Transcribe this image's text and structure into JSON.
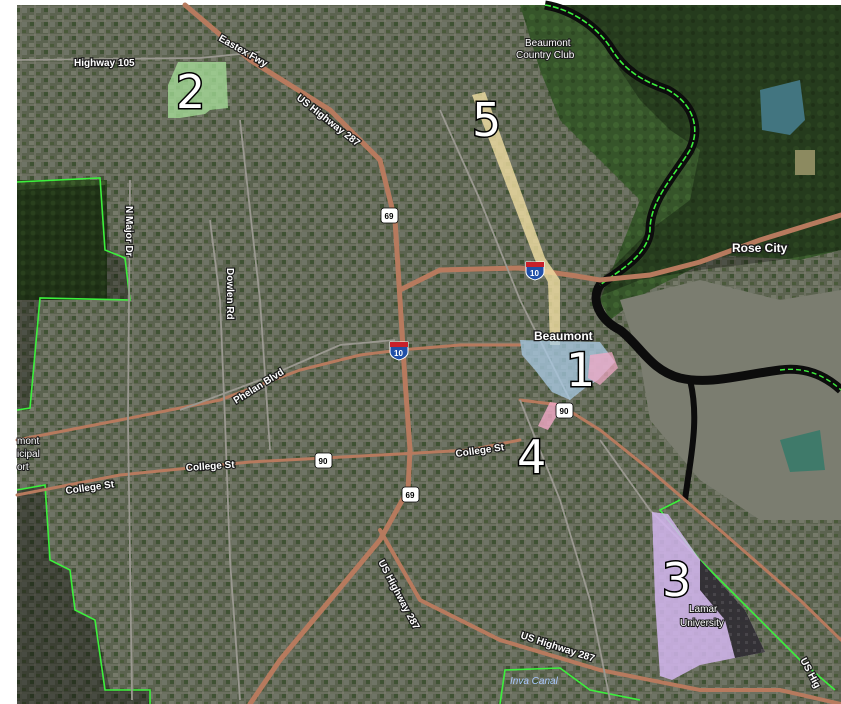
{
  "map": {
    "zones": [
      {
        "id": "1",
        "label": "1",
        "fill": "#a9cbe6"
      },
      {
        "id": "2",
        "label": "2",
        "fill": "#a7e09a"
      },
      {
        "id": "3",
        "label": "3",
        "fill": "#d3b6f0"
      },
      {
        "id": "4",
        "label": "4",
        "fill": "#f2a9c7"
      },
      {
        "id": "5",
        "label": "5",
        "fill": "#f1dfa2"
      }
    ],
    "roads": {
      "highway_105": "Highway 105",
      "eastex_fwy": "Eastex Fwy",
      "us_287_north": "US Highway 287",
      "us_287_south": "US Highway 287",
      "us_287_east": "US Highway 287",
      "us_287_edge": "US Hig",
      "n_major_dr": "N Major Dr",
      "dowlen_rd": "Dowlen Rd",
      "phelan_blvd": "Phelan Blvd",
      "college_st_1": "College St",
      "college_st_2": "College St",
      "college_st_3": "College St"
    },
    "places": {
      "country_club_1": "Beaumont",
      "country_club_2": "Country Club",
      "rose_city": "Rose City",
      "beaumont": "Beaumont",
      "airport_1": "mont",
      "airport_2": "icipal",
      "airport_3": "ort",
      "lamar_1": "Lamar",
      "lamar_2": "University",
      "inva_canal": "Inva Canal"
    },
    "shields": {
      "i10_a": "10",
      "i10_b": "10",
      "us69_a": "69",
      "us69_b": "69",
      "us90_a": "90",
      "us90_b": "90"
    },
    "colors": {
      "boundary": "#3cf03c",
      "outside_mask": "#000000",
      "highway": "#b77a5e",
      "land": "#4f5a3e"
    }
  }
}
